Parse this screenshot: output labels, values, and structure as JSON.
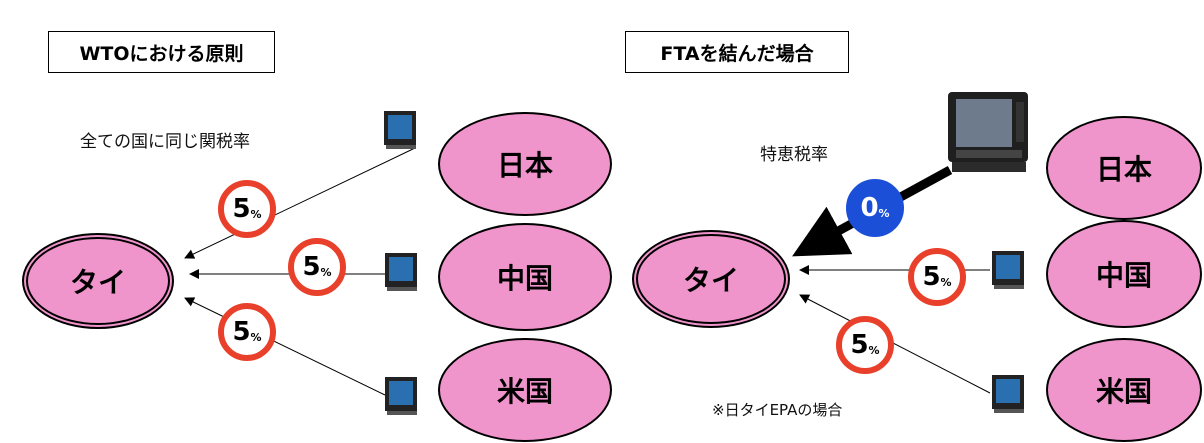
{
  "left": {
    "title": "WTOにおける原則",
    "caption": "全ての国に同じ関税率",
    "center": "タイ",
    "countries": [
      "日本",
      "中国",
      "米国"
    ],
    "rates": [
      {
        "value": "5",
        "unit": "%"
      },
      {
        "value": "5",
        "unit": "%"
      },
      {
        "value": "5",
        "unit": "%"
      }
    ]
  },
  "right": {
    "title": "FTAを結んだ場合",
    "caption": "特恵税率",
    "center": "タイ",
    "countries": [
      "日本",
      "中国",
      "米国"
    ],
    "rates": [
      {
        "value": "0",
        "unit": "%"
      },
      {
        "value": "5",
        "unit": "%"
      },
      {
        "value": "5",
        "unit": "%"
      }
    ],
    "note": "※日タイEPAの場合"
  },
  "colors": {
    "country_fill": "#f095cc",
    "rate_ring": "#e8402a",
    "preferential": "#1c4fd8"
  }
}
